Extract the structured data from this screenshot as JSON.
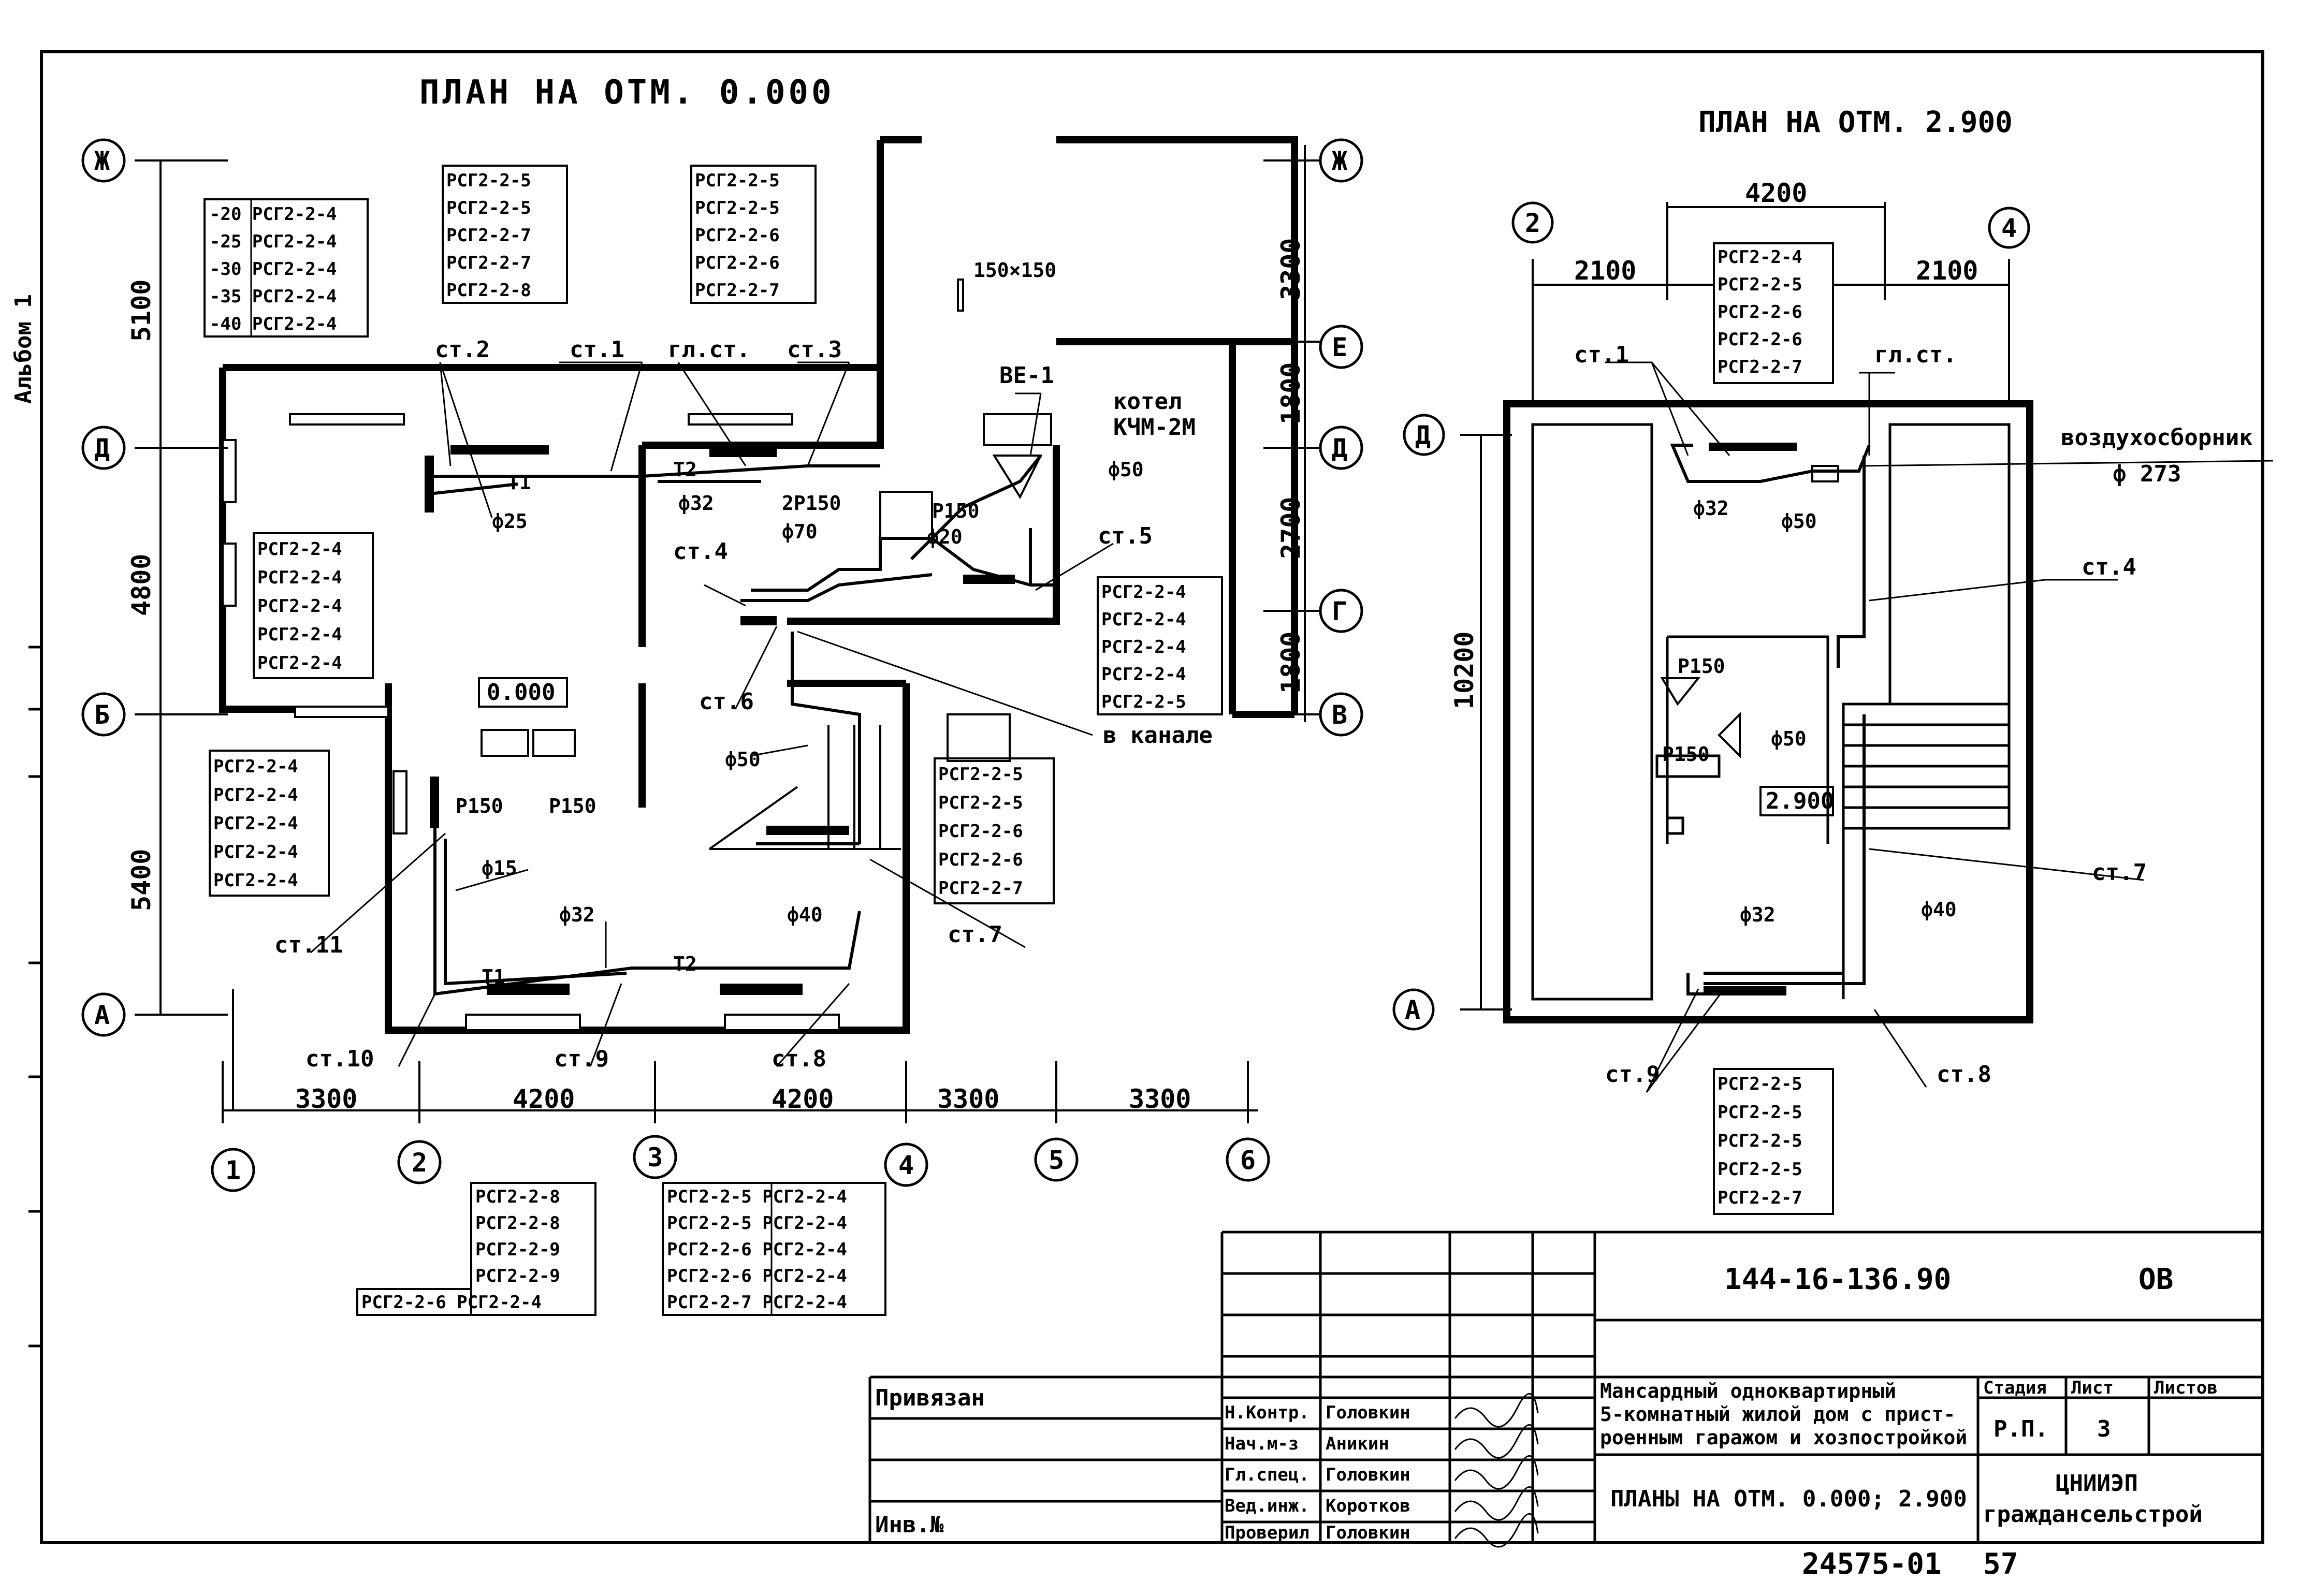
{
  "plan_left": {
    "title": "ПЛАН НА ОТМ. 0.000",
    "elevation_mark": "0.000",
    "axes_letters": [
      "Ж",
      "Д",
      "Б",
      "А",
      "Е",
      "Д",
      "Г",
      "В",
      "Ж"
    ],
    "axes_numbers": [
      "1",
      "2",
      "3",
      "4",
      "5",
      "6"
    ],
    "dims_vertical": [
      "5100",
      "4800",
      "5400",
      "3300",
      "1800",
      "2700",
      "1800"
    ],
    "dims_horizontal": [
      "3300",
      "4200",
      "4200",
      "3300",
      "3300"
    ],
    "radiator_tables": [
      {
        "rows": [
          "-20 РСГ2-2-4",
          "-25 РСГ2-2-4",
          "-30 РСГ2-2-4",
          "-35 РСГ2-2-4",
          "-40 РСГ2-2-4"
        ]
      },
      {
        "rows": [
          "РСГ2-2-5",
          "РСГ2-2-5",
          "РСГ2-2-7",
          "РСГ2-2-7",
          "РСГ2-2-8"
        ]
      },
      {
        "rows": [
          "РСГ2-2-5",
          "РСГ2-2-5",
          "РСГ2-2-6",
          "РСГ2-2-6",
          "РСГ2-2-7"
        ]
      },
      {
        "rows": [
          "РСГ2-2-4",
          "РСГ2-2-4",
          "РСГ2-2-4",
          "РСГ2-2-4",
          "РСГ2-2-4"
        ]
      },
      {
        "rows": [
          "РСГ2-2-4",
          "РСГ2-2-4",
          "РСГ2-2-4",
          "РСГ2-2-4",
          "РСГ2-2-4"
        ]
      },
      {
        "rows": [
          "РСГ2-2-4",
          "РСГ2-2-4",
          "РСГ2-2-4",
          "РСГ2-2-4",
          "РСГ2-2-5"
        ]
      },
      {
        "rows": [
          "РСГ2-2-5",
          "РСГ2-2-5",
          "РСГ2-2-6",
          "РСГ2-2-6",
          "РСГ2-2-7"
        ]
      }
    ],
    "bottom_tables": {
      "left": [
        "РСГ2-2-8",
        "РСГ2-2-8",
        "РСГ2-2-9",
        "РСГ2-2-9",
        "РСГ2-2-6 РСГ2-2-4"
      ],
      "right": [
        "РСГ2-2-5 РСГ2-2-4",
        "РСГ2-2-5 РСГ2-2-4",
        "РСГ2-2-6 РСГ2-2-4",
        "РСГ2-2-6 РСГ2-2-4",
        "РСГ2-2-7 РСГ2-2-4"
      ]
    },
    "labels": {
      "st1": "ст.1",
      "st2": "ст.2",
      "st3": "ст.3",
      "st4": "ст.4",
      "st5": "ст.5",
      "st6": "ст.6",
      "st7": "ст.7",
      "st8": "ст.8",
      "st9": "ст.9",
      "st10": "ст.10",
      "st11": "ст.11",
      "glst": "гл.ст.",
      "be1": "ВЕ-1",
      "boiler1": "котел",
      "boiler2": "КЧМ-2М",
      "duct": "150×150",
      "channel": "в канале",
      "d25": "ф25",
      "d32": "ф32",
      "d50a": "ф50",
      "d50b": "ф50",
      "d70": "ф70",
      "d20": "ф20",
      "d15": "ф15",
      "d32b": "ф32",
      "d40": "ф40",
      "p150a": "Р150",
      "p150b": "Р150",
      "p150c": "Р150",
      "p150d": "2Р150",
      "t1": "Т1",
      "t2": "Т2"
    }
  },
  "plan_right": {
    "title": "ПЛАН НА ОТМ. 2.900",
    "elevation_mark": "2.900",
    "axes": [
      "2",
      "4",
      "Д",
      "А"
    ],
    "dims": [
      "4200",
      "2100",
      "2100",
      "10200"
    ],
    "table_top": [
      "РСГ2-2-4",
      "РСГ2-2-5",
      "РСГ2-2-6",
      "РСГ2-2-6",
      "РСГ2-2-7"
    ],
    "table_bottom": [
      "РСГ2-2-5",
      "РСГ2-2-5",
      "РСГ2-2-5",
      "РСГ2-2-5",
      "РСГ2-2-7"
    ],
    "labels": {
      "st1": "ст.1",
      "glst": "гл.ст.",
      "air1": "воздухосборник",
      "air2": "ф 273",
      "d32": "ф32",
      "d50a": "ф50",
      "d50b": "ф50",
      "p150a": "Р150",
      "p150b": "Р150",
      "st4": "ст.4",
      "st7": "ст.7",
      "d32b": "ф32",
      "d40": "ф40",
      "st9": "ст.9",
      "st8": "ст.8"
    }
  },
  "stamp": {
    "doc_code": "144-16-136.90",
    "mark": "ОВ",
    "privyazan": "Привязан",
    "inv": "Инв.№",
    "roles": [
      "Н.Контр.",
      "Нач.м-з",
      "Гл.спец.",
      "Вед.инж.",
      "Проверил"
    ],
    "names": [
      "Головкин",
      "Аникин",
      "Головкин",
      "Коротков",
      "Головкин"
    ],
    "project_title": [
      "Мансардный одноквартирный",
      "5-комнатный жилой дом с прист-",
      "роенным гаражом и хозпостройкой"
    ],
    "sheet_title": "ПЛАНЫ НА ОТМ. 0.000; 2.900",
    "col_stage": "Стадия",
    "col_sheet": "Лист",
    "col_sheets": "Листов",
    "stage": "Р.П.",
    "sheet": "3",
    "org1": "ЦНИИЭП",
    "org2": "граждансельстрой",
    "footer_num": "24575-01",
    "footer_page": "57",
    "side_text": "Альбом 1"
  }
}
